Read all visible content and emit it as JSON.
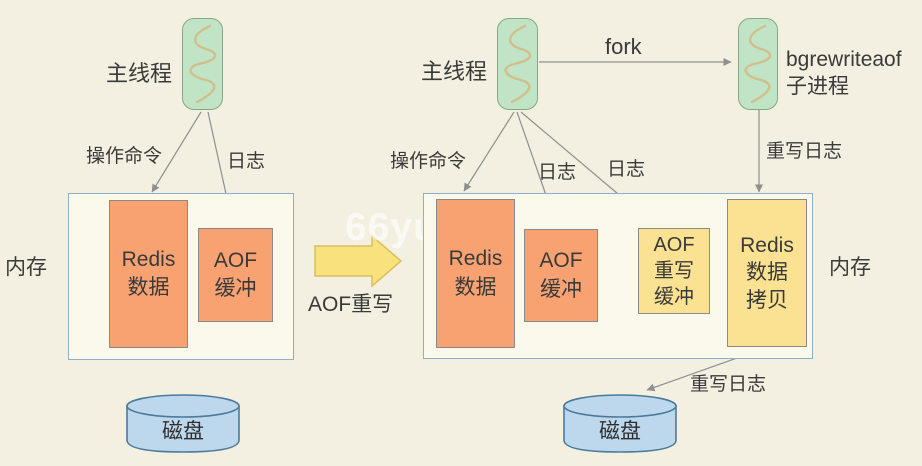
{
  "watermark": "66yuanma.com",
  "colors": {
    "background": "#f3f0e1",
    "thread_box_fill": "#c2e4c6",
    "thread_box_border": "#84a788",
    "squiggle": "#cfc08d",
    "memory_fill": "#fbf9ec",
    "memory_border": "#8fafc6",
    "orange_box": "#f8a272",
    "yellow_box": "#fbe292",
    "disk_fill": "#bdd8ed",
    "disk_border": "#4c7a9b",
    "block_arrow_fill": "#f9e17d",
    "block_arrow_border": "#d9c05e",
    "arrow_line": "#8f8f8f",
    "text": "#3a3a3a"
  },
  "left": {
    "main_thread": "主线程",
    "op_cmd": "操作命令",
    "log": "日志",
    "memory": "内存",
    "redis_data": "Redis\n数据",
    "aof_buffer": "AOF\n缓冲",
    "disk": "磁盘"
  },
  "middle": {
    "aof_rewrite": "AOF重写"
  },
  "right": {
    "main_thread": "主线程",
    "fork": "fork",
    "child_process": "bgrewriteaof\n子进程",
    "op_cmd": "操作命令",
    "log1": "日志",
    "log2": "日志",
    "rewrite_log_top": "重写日志",
    "memory": "内存",
    "redis_data": "Redis\n数据",
    "aof_buffer": "AOF\n缓冲",
    "aof_rewrite_buffer": "AOF\n重写\n缓冲",
    "redis_data_copy": "Redis\n数据\n拷贝",
    "rewrite_log_bottom": "重写日志",
    "disk": "磁盘"
  }
}
